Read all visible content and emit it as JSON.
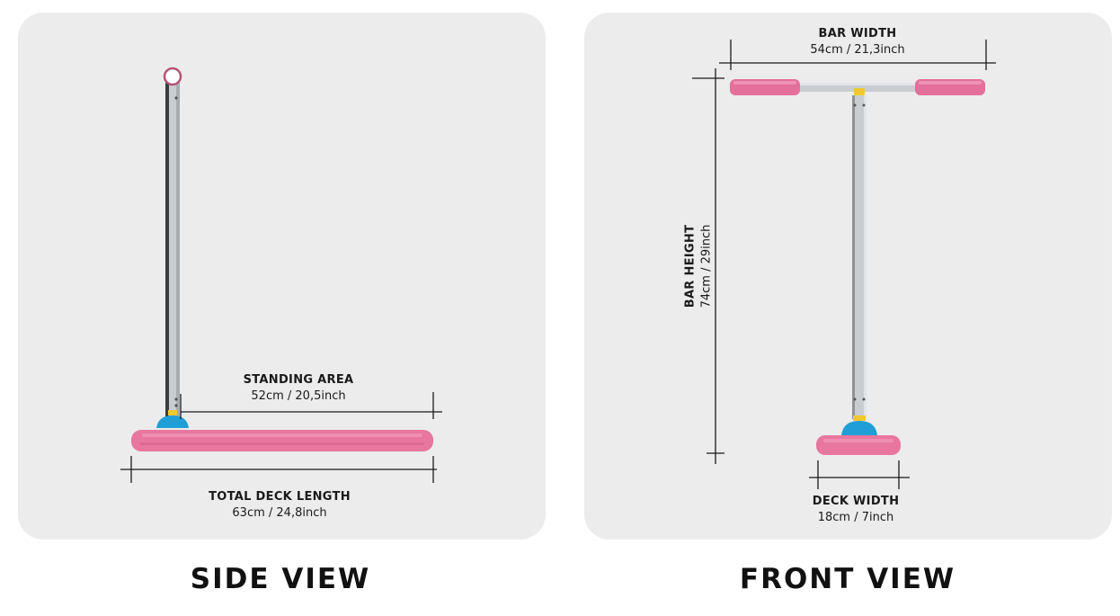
{
  "colors": {
    "panel_bg": "#ececec",
    "deck_pink": "#e8769e",
    "grip_pink": "#e46f9b",
    "clamp_blue": "#1f9fd6",
    "bar_silver": "#c9cdd1",
    "collar_yellow": "#f2c82e",
    "dimension_line": "#1a1a1a"
  },
  "side_view": {
    "caption": "SIDE VIEW",
    "standing_area": {
      "title": "STANDING AREA",
      "value": "52cm / 20,5inch"
    },
    "total_deck_length": {
      "title": "TOTAL DECK LENGTH",
      "value": "63cm / 24,8inch"
    }
  },
  "front_view": {
    "caption": "FRONT VIEW",
    "bar_width": {
      "title": "BAR WIDTH",
      "value": "54cm / 21,3inch"
    },
    "bar_height": {
      "title": "BAR HEIGHT",
      "value": "74cm / 29inch"
    },
    "deck_width": {
      "title": "DECK WIDTH",
      "value": "18cm / 7inch"
    }
  }
}
